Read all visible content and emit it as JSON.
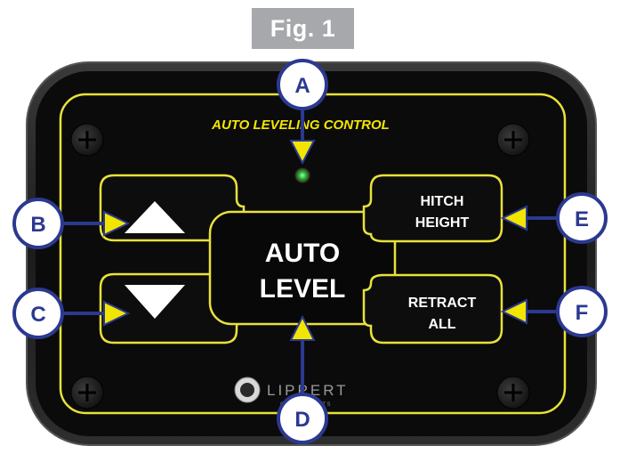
{
  "figure_label": "Fig. 1",
  "panel": {
    "title": "AUTO LEVELING CONTROL",
    "brand_line1": "LIPPERT",
    "brand_line2": "COMPONENTS",
    "led_status": "green"
  },
  "buttons": {
    "up_arrow": "up-arrow",
    "down_arrow": "down-arrow",
    "auto_level_line1": "AUTO",
    "auto_level_line2": "LEVEL",
    "hitch_height_line1": "HITCH",
    "hitch_height_line2": "HEIGHT",
    "retract_all_line1": "RETRACT",
    "retract_all_line2": "ALL"
  },
  "callouts": {
    "a": "A",
    "b": "B",
    "c": "C",
    "d": "D",
    "e": "E",
    "f": "F"
  },
  "colors": {
    "panel": "#0b0b0b",
    "outline": "#e8e23a",
    "callout": "#2b3990",
    "arrowhead": "#f2e600"
  }
}
